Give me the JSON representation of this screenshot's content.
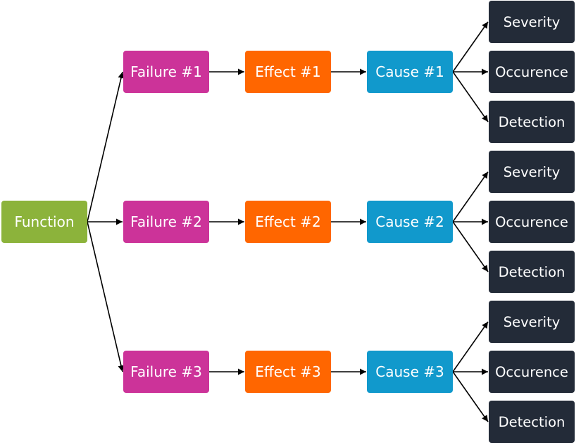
{
  "colors": {
    "function": "#8cb33b",
    "failure": "#cc3399",
    "effect": "#ff6600",
    "cause": "#1199cc",
    "rating": "#232b38",
    "connector": "#000000"
  },
  "root": {
    "label": "Function"
  },
  "branches": [
    {
      "failure": "Failure #1",
      "effect": "Effect #1",
      "cause": "Cause #1",
      "ratings": [
        "Severity",
        "Occurence",
        "Detection"
      ]
    },
    {
      "failure": "Failure #2",
      "effect": "Effect #2",
      "cause": "Cause #2",
      "ratings": [
        "Severity",
        "Occurence",
        "Detection"
      ]
    },
    {
      "failure": "Failure #3",
      "effect": "Effect #3",
      "cause": "Cause #3",
      "ratings": [
        "Severity",
        "Occurence",
        "Detection"
      ]
    }
  ]
}
